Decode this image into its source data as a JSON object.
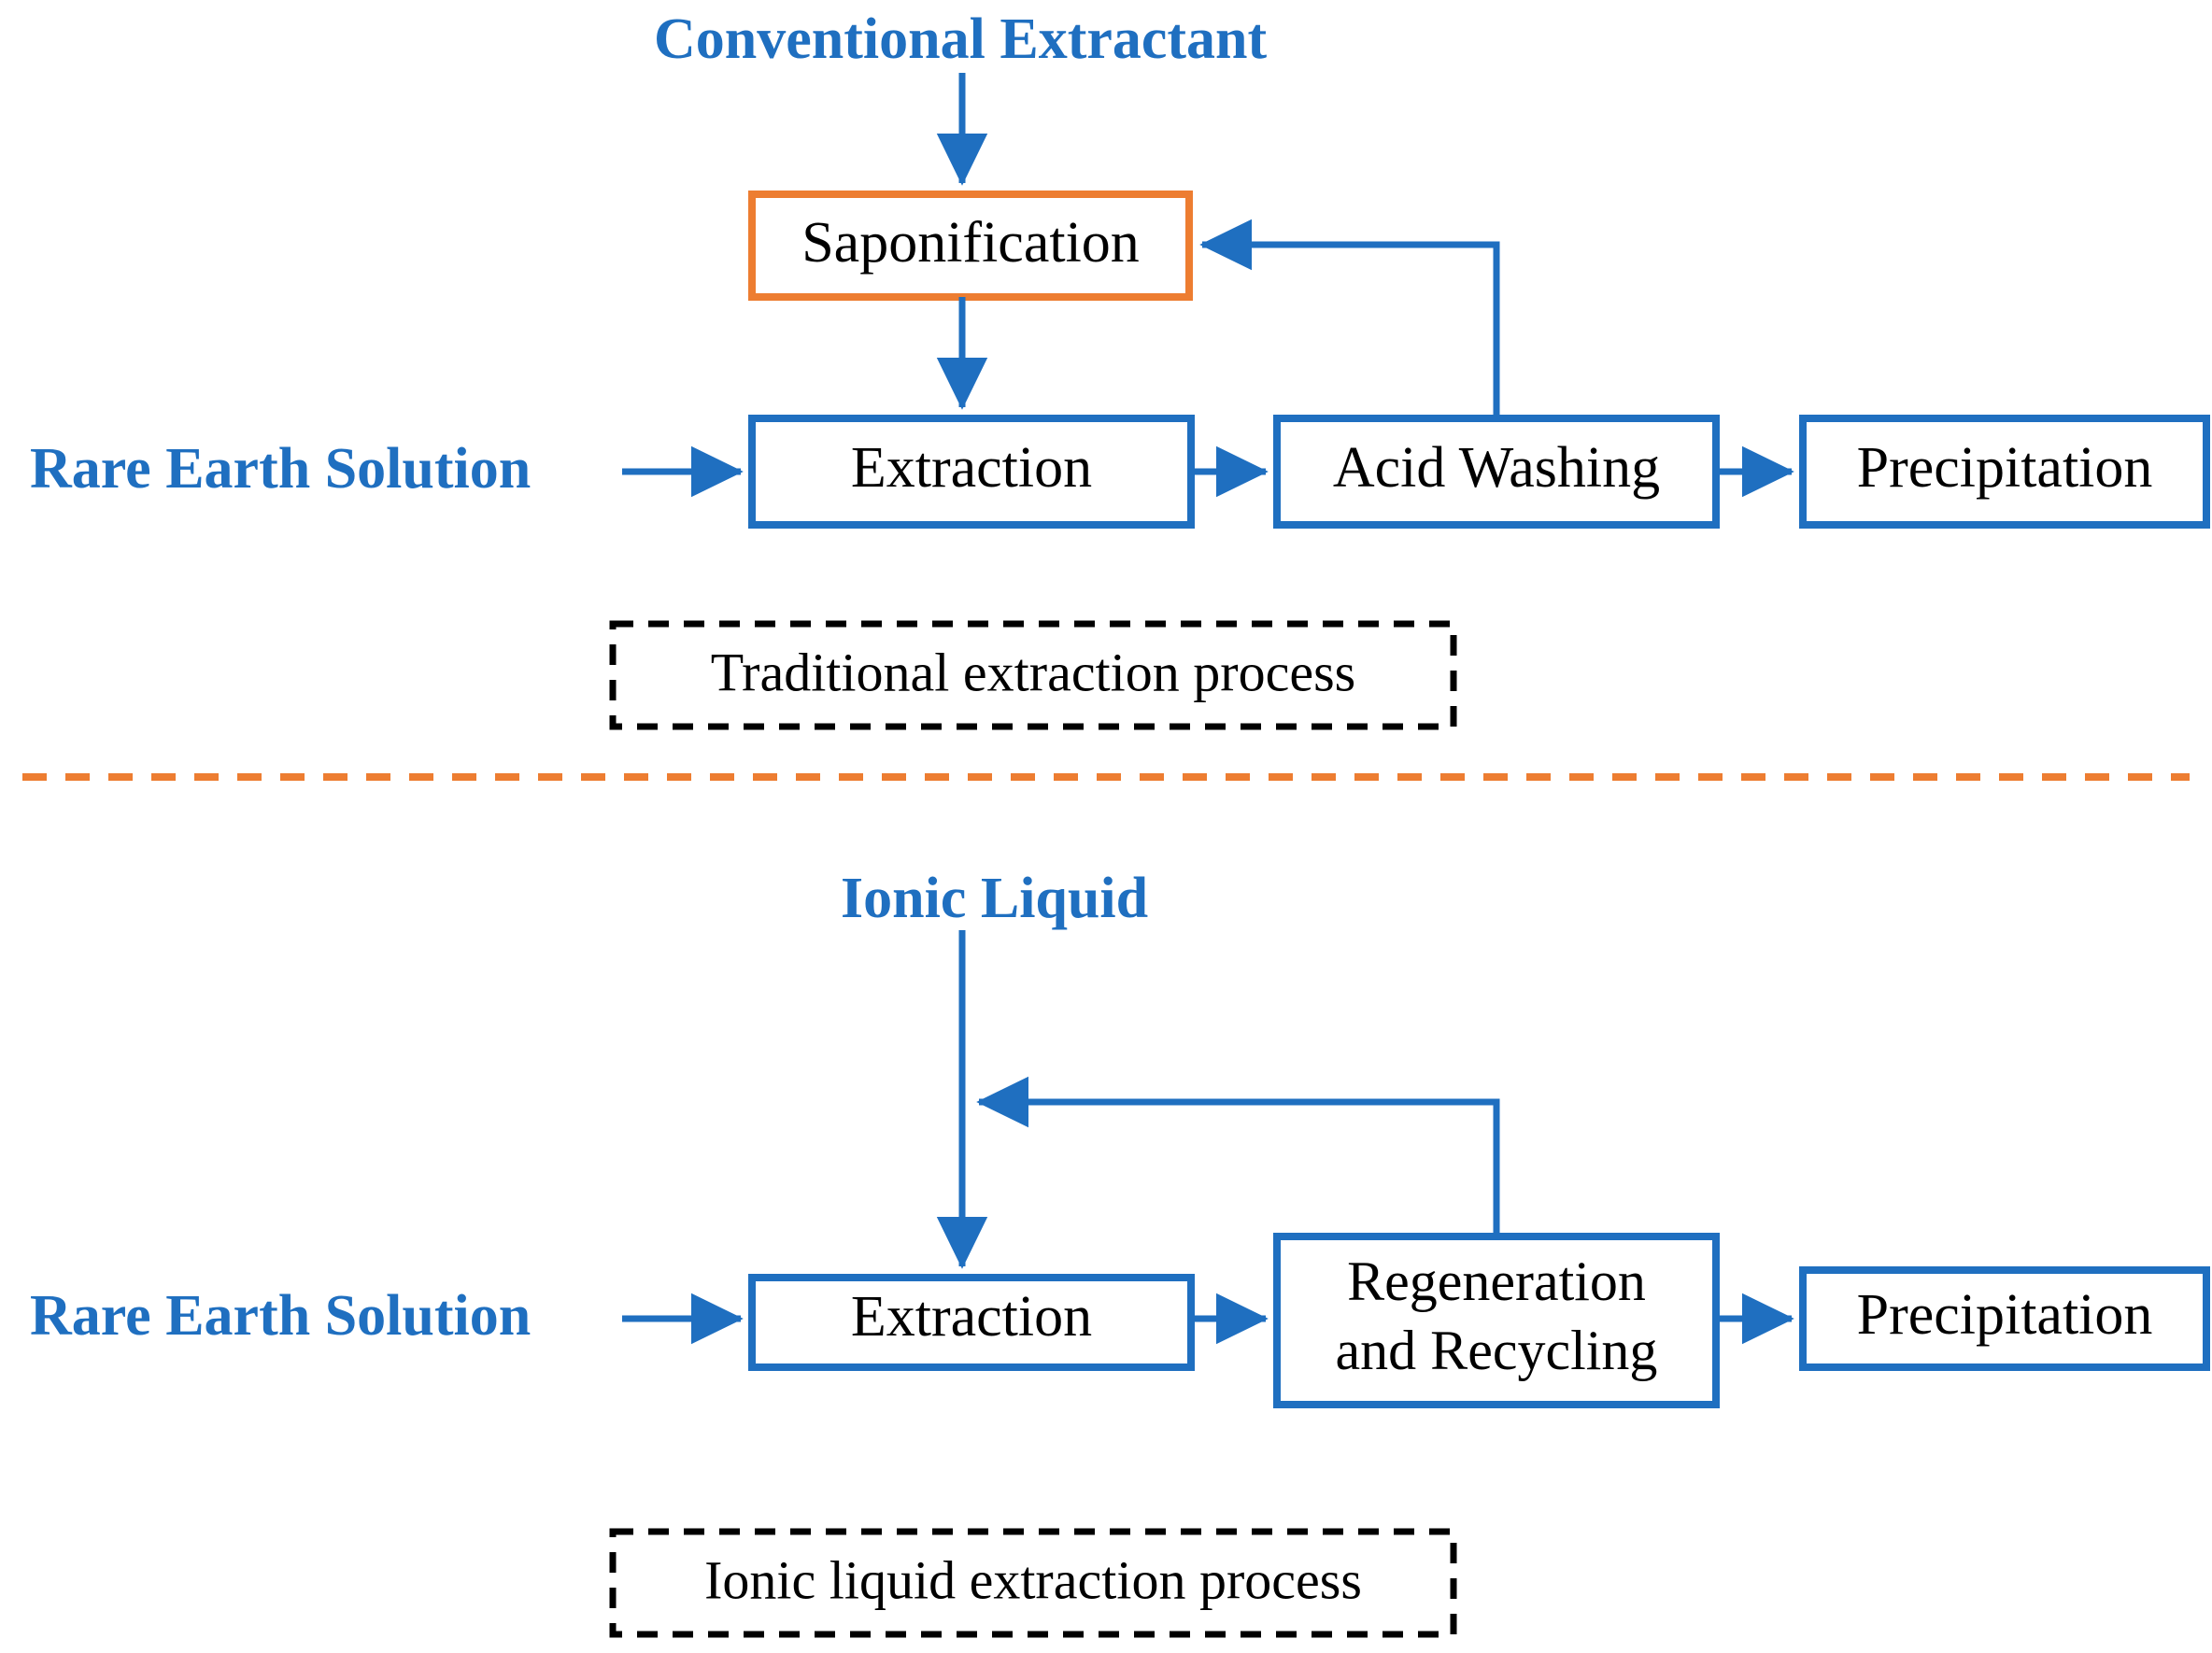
{
  "colors": {
    "accent_blue": "#1F6FC0",
    "accent_orange": "#ED7D31",
    "text_black": "#000000",
    "background": "#FFFFFF"
  },
  "sections": [
    {
      "id": "traditional",
      "caption": "Traditional extraction process",
      "inputs": [
        {
          "name": "conventional-extractant",
          "label": "Conventional Extractant"
        },
        {
          "name": "rare-earth-solution",
          "label": "Rare Earth Solution"
        }
      ],
      "nodes": [
        {
          "name": "saponification",
          "label": "Saponification",
          "border": "orange"
        },
        {
          "name": "extraction",
          "label": "Extraction",
          "border": "blue"
        },
        {
          "name": "acid-washing",
          "label": "Acid Washing",
          "border": "blue"
        },
        {
          "name": "precipitation",
          "label": "Precipitation",
          "border": "blue"
        }
      ],
      "flows": [
        {
          "from": "Conventional Extractant",
          "to": "Saponification"
        },
        {
          "from": "Saponification",
          "to": "Extraction"
        },
        {
          "from": "Rare Earth Solution",
          "to": "Extraction"
        },
        {
          "from": "Extraction",
          "to": "Acid Washing"
        },
        {
          "from": "Acid Washing",
          "to": "Precipitation"
        },
        {
          "from": "Acid Washing",
          "to": "Saponification",
          "type": "recycle"
        }
      ]
    },
    {
      "id": "ionic-liquid",
      "caption": "Ionic liquid extraction process",
      "inputs": [
        {
          "name": "ionic-liquid",
          "label": "Ionic Liquid"
        },
        {
          "name": "rare-earth-solution",
          "label": "Rare Earth Solution"
        }
      ],
      "nodes": [
        {
          "name": "extraction",
          "label": "Extraction",
          "border": "blue"
        },
        {
          "name": "regeneration-and-recycling",
          "label_line1": "Regeneration",
          "label_line2": "and Recycling",
          "border": "blue"
        },
        {
          "name": "precipitation",
          "label": "Precipitation",
          "border": "blue"
        }
      ],
      "flows": [
        {
          "from": "Ionic Liquid",
          "to": "Extraction"
        },
        {
          "from": "Rare Earth Solution",
          "to": "Extraction"
        },
        {
          "from": "Extraction",
          "to": "Regeneration and Recycling"
        },
        {
          "from": "Regeneration and Recycling",
          "to": "Precipitation"
        },
        {
          "from": "Regeneration and Recycling",
          "to": "Extraction",
          "type": "recycle"
        }
      ]
    }
  ],
  "top": {
    "title": "Conventional Extractant",
    "rare_earth_solution": "Rare Earth Solution",
    "saponification": "Saponification",
    "extraction": "Extraction",
    "acid_washing": "Acid Washing",
    "precipitation": "Precipitation",
    "caption": "Traditional extraction process"
  },
  "bottom": {
    "title": "Ionic Liquid",
    "rare_earth_solution": "Rare Earth Solution",
    "extraction": "Extraction",
    "regeneration_line1": "Regeneration",
    "regeneration_line2": "and Recycling",
    "precipitation": "Precipitation",
    "caption": "Ionic liquid extraction process"
  }
}
